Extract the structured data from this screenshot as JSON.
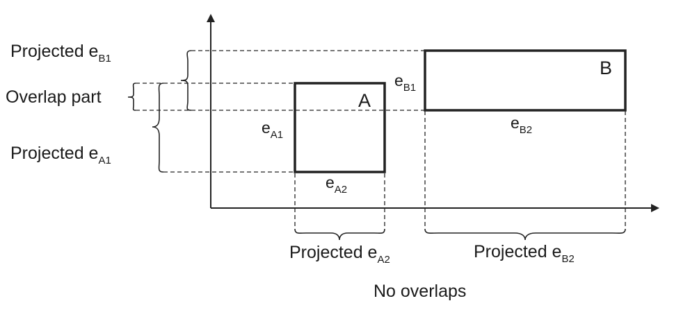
{
  "labels": {
    "projected_eb1": {
      "main": "Projected e",
      "sub": "B1"
    },
    "overlap_part": "Overlap part",
    "projected_ea1": {
      "main": "Projected e",
      "sub": "A1"
    },
    "projected_ea2": {
      "main": "Projected e",
      "sub": "A2"
    },
    "projected_eb2": {
      "main": "Projected e",
      "sub": "B2"
    },
    "caption": "No overlaps"
  },
  "boxes": {
    "a": {
      "name": "A",
      "edge1": {
        "main": "e",
        "sub": "A1"
      },
      "edge2": {
        "main": "e",
        "sub": "A2"
      }
    },
    "b": {
      "name": "B",
      "edge1": {
        "main": "e",
        "sub": "B1"
      },
      "edge2": {
        "main": "e",
        "sub": "B2"
      }
    }
  }
}
